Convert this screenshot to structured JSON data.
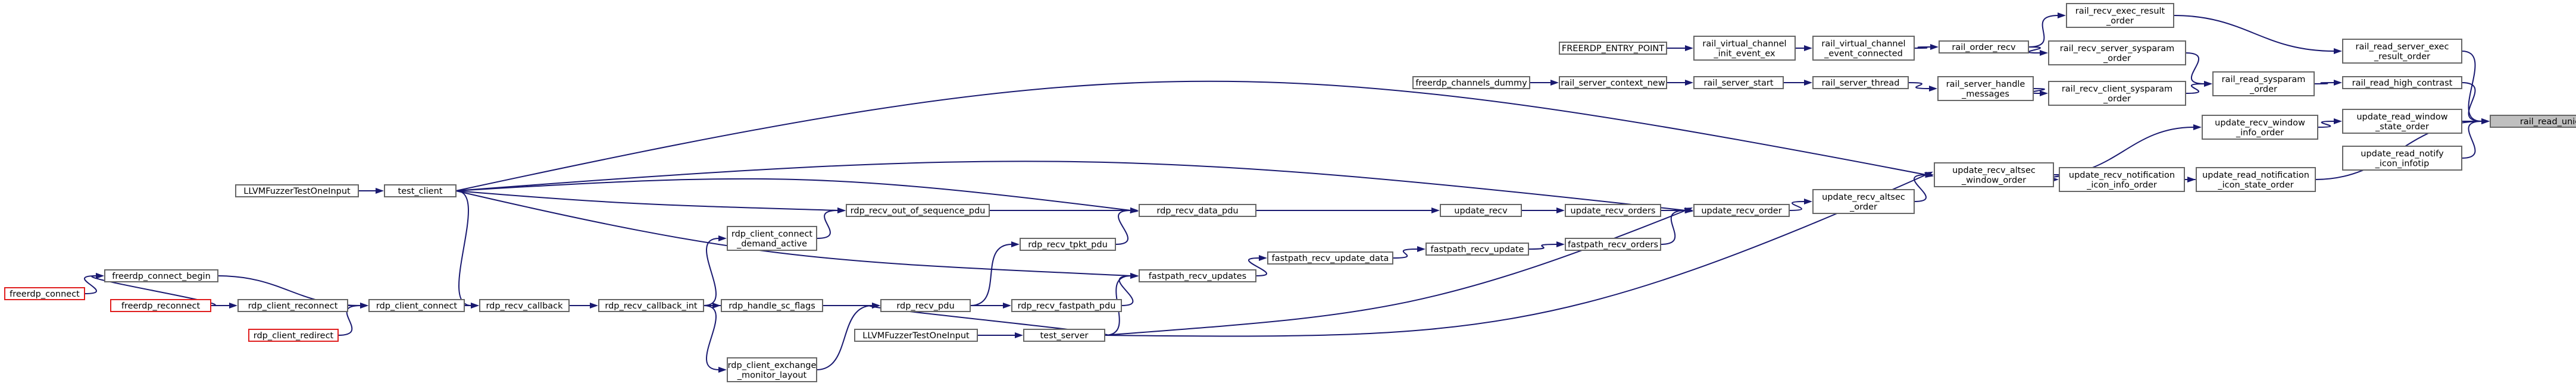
{
  "graph": {
    "edge_color": "#191970",
    "node_border": "#666666",
    "node_border_truncated": "#e01e1e",
    "root_fill": "#bfbfbf",
    "nodes": [
      {
        "id": "rail_read_unicode_string",
        "lines": [
          "rail_read_unicode_string"
        ],
        "root": true
      },
      {
        "id": "rail_read_server_exec_result_order",
        "lines": [
          "rail_read_server_exec",
          "_result_order"
        ]
      },
      {
        "id": "rail_read_high_contrast",
        "lines": [
          "rail_read_high_contrast"
        ]
      },
      {
        "id": "update_read_window_state_order",
        "lines": [
          "update_read_window",
          "_state_order"
        ]
      },
      {
        "id": "update_read_notify_icon_infotip",
        "lines": [
          "update_read_notify",
          "_icon_infotip"
        ]
      },
      {
        "id": "rail_recv_exec_result_order",
        "lines": [
          "rail_recv_exec_result",
          "_order"
        ]
      },
      {
        "id": "rail_read_sysparam_order",
        "lines": [
          "rail_read_sysparam",
          "_order"
        ]
      },
      {
        "id": "update_recv_window_info_order",
        "lines": [
          "update_recv_window",
          "_info_order"
        ]
      },
      {
        "id": "update_read_notification_icon_state_order",
        "lines": [
          "update_read_notification",
          "_icon_state_order"
        ]
      },
      {
        "id": "rail_order_recv",
        "lines": [
          "rail_order_recv"
        ]
      },
      {
        "id": "rail_recv_server_sysparam_order",
        "lines": [
          "rail_recv_server_sysparam",
          "_order"
        ]
      },
      {
        "id": "rail_recv_client_sysparam_order",
        "lines": [
          "rail_recv_client_sysparam",
          "_order"
        ]
      },
      {
        "id": "update_recv_altsec_window_order",
        "lines": [
          "update_recv_altsec",
          "_window_order"
        ]
      },
      {
        "id": "update_recv_notification_icon_info_order",
        "lines": [
          "update_recv_notification",
          "_icon_info_order"
        ]
      },
      {
        "id": "rail_virtual_channel_event_connected",
        "lines": [
          "rail_virtual_channel",
          "_event_connected"
        ]
      },
      {
        "id": "rail_server_handle_messages",
        "lines": [
          "rail_server_handle",
          "_messages"
        ]
      },
      {
        "id": "update_recv_altsec_order",
        "lines": [
          "update_recv_altsec",
          "_order"
        ]
      },
      {
        "id": "rail_virtual_channel_init_event_ex",
        "lines": [
          "rail_virtual_channel",
          "_init_event_ex"
        ]
      },
      {
        "id": "rail_server_thread",
        "lines": [
          "rail_server_thread"
        ]
      },
      {
        "id": "update_recv_order",
        "lines": [
          "update_recv_order"
        ]
      },
      {
        "id": "FREERDP_ENTRY_POINT",
        "lines": [
          "FREERDP_ENTRY_POINT"
        ]
      },
      {
        "id": "rail_server_start",
        "lines": [
          "rail_server_start"
        ]
      },
      {
        "id": "update_recv_orders",
        "lines": [
          "update_recv_orders"
        ]
      },
      {
        "id": "fastpath_recv_orders",
        "lines": [
          "fastpath_recv_orders"
        ]
      },
      {
        "id": "rail_server_context_new",
        "lines": [
          "rail_server_context_new"
        ]
      },
      {
        "id": "update_recv",
        "lines": [
          "update_recv"
        ]
      },
      {
        "id": "fastpath_recv_update",
        "lines": [
          "fastpath_recv_update"
        ]
      },
      {
        "id": "freerdp_channels_dummy",
        "lines": [
          "freerdp_channels_dummy"
        ]
      },
      {
        "id": "rdp_recv_data_pdu",
        "lines": [
          "rdp_recv_data_pdu"
        ]
      },
      {
        "id": "fastpath_recv_update_data",
        "lines": [
          "fastpath_recv_update_data"
        ]
      },
      {
        "id": "rdp_recv_out_of_sequence_pdu",
        "lines": [
          "rdp_recv_out_of_sequence_pdu"
        ]
      },
      {
        "id": "rdp_recv_tpkt_pdu",
        "lines": [
          "rdp_recv_tpkt_pdu"
        ]
      },
      {
        "id": "fastpath_recv_updates",
        "lines": [
          "fastpath_recv_updates"
        ]
      },
      {
        "id": "rdp_recv_fastpath_pdu",
        "lines": [
          "rdp_recv_fastpath_pdu"
        ]
      },
      {
        "id": "rdp_recv_pdu",
        "lines": [
          "rdp_recv_pdu"
        ]
      },
      {
        "id": "test_server",
        "lines": [
          "test_server"
        ]
      },
      {
        "id": "rdp_handle_sc_flags",
        "lines": [
          "rdp_handle_sc_flags"
        ]
      },
      {
        "id": "rdp_client_connect_demand_active",
        "lines": [
          "rdp_client_connect",
          "_demand_active"
        ]
      },
      {
        "id": "rdp_client_exchange_monitor_layout",
        "lines": [
          "rdp_client_exchange",
          "_monitor_layout"
        ]
      },
      {
        "id": "LLVMFuzzerTestOneInput_b",
        "lines": [
          "LLVMFuzzerTestOneInput"
        ]
      },
      {
        "id": "rdp_recv_callback_int",
        "lines": [
          "rdp_recv_callback_int"
        ]
      },
      {
        "id": "rdp_recv_callback",
        "lines": [
          "rdp_recv_callback"
        ]
      },
      {
        "id": "rdp_client_connect",
        "lines": [
          "rdp_client_connect"
        ]
      },
      {
        "id": "test_client",
        "lines": [
          "test_client"
        ]
      },
      {
        "id": "rdp_client_reconnect",
        "lines": [
          "rdp_client_reconnect"
        ]
      },
      {
        "id": "rdp_client_redirect",
        "lines": [
          "rdp_client_redirect"
        ],
        "truncated": true
      },
      {
        "id": "freerdp_connect_begin",
        "lines": [
          "freerdp_connect_begin"
        ]
      },
      {
        "id": "LLVMFuzzerTestOneInput_a",
        "lines": [
          "LLVMFuzzerTestOneInput"
        ]
      },
      {
        "id": "freerdp_reconnect",
        "lines": [
          "freerdp_reconnect"
        ],
        "truncated": true
      },
      {
        "id": "freerdp_connect",
        "lines": [
          "freerdp_connect"
        ],
        "truncated": true
      }
    ],
    "edges": [
      [
        "rail_read_server_exec_result_order",
        "rail_read_unicode_string"
      ],
      [
        "rail_read_high_contrast",
        "rail_read_unicode_string"
      ],
      [
        "update_read_window_state_order",
        "rail_read_unicode_string"
      ],
      [
        "update_read_notify_icon_infotip",
        "rail_read_unicode_string"
      ],
      [
        "update_read_notification_icon_state_order",
        "rail_read_unicode_string"
      ],
      [
        "rail_recv_exec_result_order",
        "rail_read_server_exec_result_order"
      ],
      [
        "rail_read_sysparam_order",
        "rail_read_high_contrast"
      ],
      [
        "update_recv_window_info_order",
        "update_read_window_state_order"
      ],
      [
        "update_recv_notification_icon_info_order",
        "update_read_notification_icon_state_order"
      ],
      [
        "rail_order_recv",
        "rail_recv_exec_result_order"
      ],
      [
        "rail_recv_server_sysparam_order",
        "rail_read_sysparam_order"
      ],
      [
        "rail_recv_client_sysparam_order",
        "rail_read_sysparam_order"
      ],
      [
        "update_recv_altsec_window_order",
        "update_recv_window_info_order"
      ],
      [
        "update_recv_altsec_window_order",
        "update_recv_notification_icon_info_order"
      ],
      [
        "rail_virtual_channel_event_connected",
        "rail_order_recv"
      ],
      [
        "rail_order_recv",
        "rail_recv_server_sysparam_order"
      ],
      [
        "rail_server_handle_messages",
        "rail_recv_client_sysparam_order"
      ],
      [
        "update_recv_altsec_order",
        "update_recv_altsec_window_order"
      ],
      [
        "rail_virtual_channel_init_event_ex",
        "rail_virtual_channel_event_connected"
      ],
      [
        "rail_server_thread",
        "rail_server_handle_messages"
      ],
      [
        "update_recv_order",
        "update_recv_altsec_order"
      ],
      [
        "FREERDP_ENTRY_POINT",
        "rail_virtual_channel_init_event_ex"
      ],
      [
        "rail_server_start",
        "rail_server_thread"
      ],
      [
        "update_recv_orders",
        "update_recv_order"
      ],
      [
        "fastpath_recv_orders",
        "update_recv_order"
      ],
      [
        "rail_server_context_new",
        "rail_server_start"
      ],
      [
        "update_recv",
        "update_recv_orders"
      ],
      [
        "fastpath_recv_update",
        "fastpath_recv_orders"
      ],
      [
        "freerdp_channels_dummy",
        "rail_server_context_new"
      ],
      [
        "rdp_recv_data_pdu",
        "update_recv"
      ],
      [
        "fastpath_recv_update_data",
        "fastpath_recv_update"
      ],
      [
        "rdp_recv_out_of_sequence_pdu",
        "rdp_recv_data_pdu"
      ],
      [
        "rdp_recv_tpkt_pdu",
        "rdp_recv_data_pdu"
      ],
      [
        "fastpath_recv_updates",
        "fastpath_recv_update_data"
      ],
      [
        "rdp_recv_fastpath_pdu",
        "fastpath_recv_updates"
      ],
      [
        "rdp_recv_pdu",
        "rdp_recv_tpkt_pdu"
      ],
      [
        "rdp_recv_pdu",
        "rdp_recv_fastpath_pdu"
      ],
      [
        "test_server",
        "fastpath_recv_updates"
      ],
      [
        "rdp_recv_callback_int",
        "rdp_handle_sc_flags"
      ],
      [
        "rdp_handle_sc_flags",
        "rdp_recv_pdu"
      ],
      [
        "rdp_recv_callback_int",
        "rdp_recv_pdu"
      ],
      [
        "rdp_client_connect_demand_active",
        "rdp_recv_out_of_sequence_pdu"
      ],
      [
        "rdp_recv_callback_int",
        "rdp_client_connect_demand_active"
      ],
      [
        "rdp_recv_callback_int",
        "rdp_client_exchange_monitor_layout"
      ],
      [
        "rdp_client_exchange_monitor_layout",
        "rdp_recv_pdu"
      ],
      [
        "LLVMFuzzerTestOneInput_b",
        "test_server"
      ],
      [
        "rdp_recv_callback",
        "rdp_recv_callback_int"
      ],
      [
        "rdp_client_connect",
        "rdp_recv_callback"
      ],
      [
        "test_client",
        "rdp_recv_callback"
      ],
      [
        "rdp_client_reconnect",
        "rdp_client_connect"
      ],
      [
        "rdp_client_redirect",
        "rdp_client_connect"
      ],
      [
        "freerdp_connect_begin",
        "rdp_client_connect"
      ],
      [
        "LLVMFuzzerTestOneInput_a",
        "test_client"
      ],
      [
        "freerdp_reconnect",
        "rdp_client_reconnect"
      ],
      [
        "freerdp_connect",
        "freerdp_connect_begin"
      ],
      [
        "freerdp_reconnect",
        "freerdp_connect_begin"
      ],
      [
        "test_client",
        "rdp_recv_out_of_sequence_pdu"
      ],
      [
        "test_client",
        "rdp_recv_data_pdu"
      ],
      [
        "test_client",
        "fastpath_recv_updates"
      ],
      [
        "test_client",
        "update_recv_order"
      ],
      [
        "test_client",
        "update_recv_altsec_window_order"
      ],
      [
        "test_server",
        "rdp_recv_pdu"
      ],
      [
        "test_server",
        "update_recv_order"
      ],
      [
        "test_server",
        "update_recv_altsec_window_order"
      ]
    ]
  }
}
